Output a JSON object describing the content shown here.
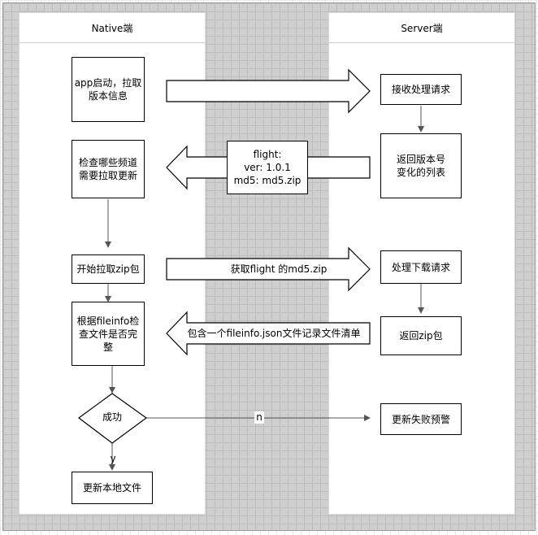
{
  "lanes": {
    "native": "Native端",
    "server": "Server端"
  },
  "native_steps": {
    "start": "app启动，拉取\n版本信息",
    "check": "检查哪些频道\n需要拉取更新",
    "pull_zip": "开始拉取zip包",
    "verify": "根据fileinfo检\n查文件是否完\n整",
    "decision": "成功",
    "update_local": "更新本地文件"
  },
  "server_steps": {
    "receive": "接收处理请求",
    "return_version": "返回版本号\n变化的列表",
    "handle_download": "处理下载请求",
    "return_zip": "返回zip包",
    "update_fail": "更新失败预警"
  },
  "arrow_labels": {
    "version_payload": "flight:\nver: 1.0.1\nmd5: md5.zip",
    "fetch_zip": "获取flight 的md5.zip",
    "zip_contents": "包含一个fileinfo.json文件记录文件清单",
    "no": "n",
    "yes": "y"
  }
}
